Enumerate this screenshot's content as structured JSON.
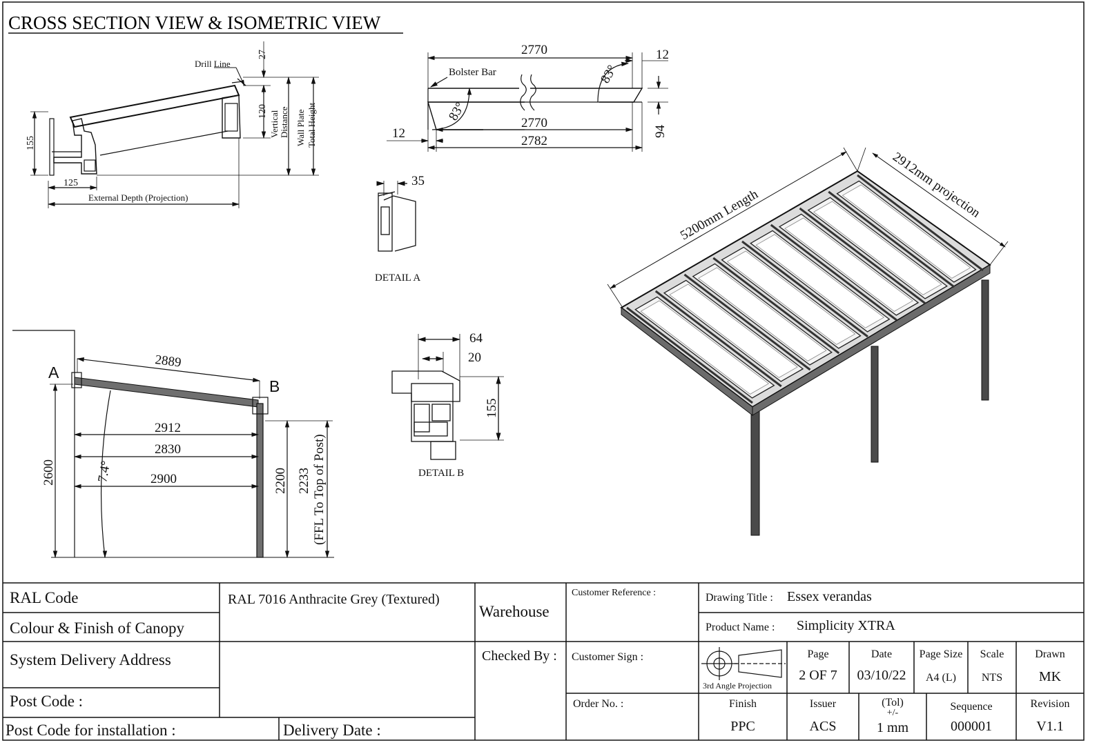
{
  "sheet_title": "CROSS SECTION VIEW & ISOMETRIC VIEW",
  "cross_section": {
    "drill_line": "Drill Line",
    "dim_27": "27",
    "dim_120": "120",
    "vertical_distance_1": "Vertical",
    "vertical_distance_2": "Distance",
    "wall_plate_1": "Wall Plate",
    "wall_plate_2": "Total Height",
    "dim_155": "155",
    "dim_125": "125",
    "external_depth": "External Depth (Projection)"
  },
  "rafter": {
    "dim_top": "2770",
    "dim_12_top": "12",
    "bolster_bar": "Bolster Bar",
    "angle_right": "83°",
    "angle_left": "83°",
    "dim_mid": "2770",
    "dim_12_left": "12",
    "dim_bottom": "2782",
    "dim_94": "94"
  },
  "detail_a": {
    "dim_35": "35",
    "label": "DETAIL A"
  },
  "detail_b": {
    "dim_64": "64",
    "dim_20": "20",
    "dim_155": "155",
    "label": "DETAIL B"
  },
  "side_view": {
    "label_a": "A",
    "label_b": "B",
    "dim_2889": "2889",
    "dim_2912": "2912",
    "dim_2830": "2830",
    "dim_2900": "2900",
    "angle": "7.4°",
    "dim_2600": "2600",
    "dim_2200": "2200",
    "dim_2233": "2233",
    "ffl": "(FFL To Top of Post)"
  },
  "isometric": {
    "length_label": "5200mm Length",
    "projection_label": "2912mm projection"
  },
  "title_block": {
    "ral_code_label": "RAL Code",
    "ral_code_value": "RAL 7016 Anthracite Grey (Textured)",
    "colour_finish_label": "Colour & Finish of Canopy",
    "warehouse": "Warehouse",
    "customer_reference": "Customer Reference :",
    "drawing_title_label": "Drawing Title :",
    "drawing_title_value": "Essex verandas",
    "product_name_label": "Product Name :",
    "product_name_value": "Simplicity XTRA",
    "system_delivery_address": "System Delivery Address",
    "checked_by": "Checked By :",
    "customer_sign": "Customer Sign :",
    "third_angle": "3rd Angle Projection",
    "page_label": "Page",
    "page_value": "2 OF 7",
    "date_label": "Date",
    "date_value": "03/10/22",
    "page_size_label": "Page Size",
    "page_size_value": "A4 (L)",
    "scale_label": "Scale",
    "scale_value": "NTS",
    "drawn_label": "Drawn",
    "drawn_value": "MK",
    "post_code": "Post Code :",
    "order_no": "Order No. :",
    "finish_label": "Finish",
    "finish_value": "PPC",
    "issuer_label": "Issuer",
    "issuer_value": "ACS",
    "tol_label": "(Tol)",
    "tol_pm": "+/-",
    "tol_value": "1 mm",
    "sequence_label": "Sequence",
    "sequence_value": "000001",
    "revision_label": "Revision",
    "revision_value": "V1.1",
    "post_code_install": "Post Code for installation :",
    "delivery_date": "Delivery Date :"
  }
}
